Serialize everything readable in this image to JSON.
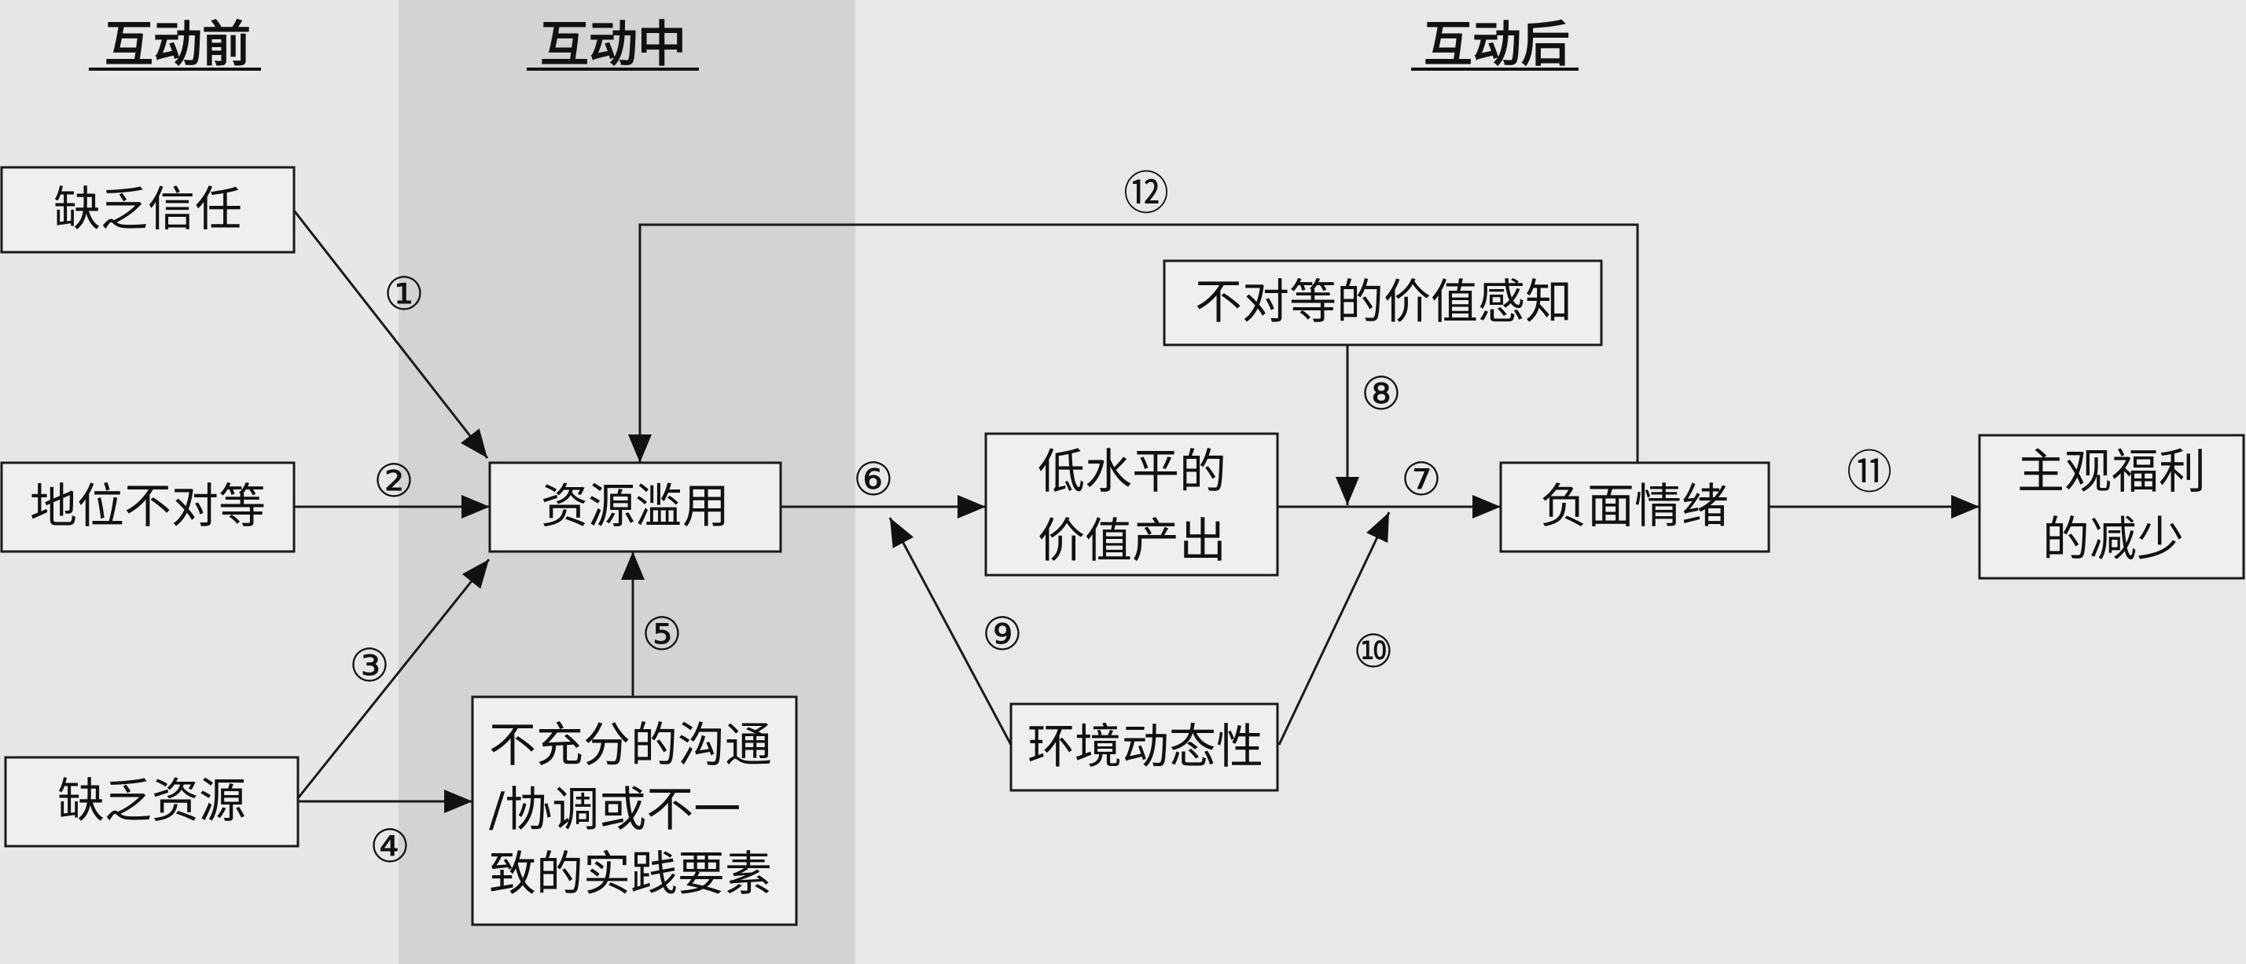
{
  "phases": {
    "before": "互动前",
    "during": "互动中",
    "after": "互动后"
  },
  "nodes": {
    "lack_of_trust": [
      "缺乏信任"
    ],
    "status_inequality": [
      "地位不对等"
    ],
    "lack_of_resources": [
      "缺乏资源"
    ],
    "resource_misuse": [
      "资源滥用"
    ],
    "inadequate_coordination": [
      "不充分的沟通",
      "/协调或不一",
      "致的实践要素"
    ],
    "low_value_output": [
      "低水平的",
      "价值产出"
    ],
    "unequal_value_perception": [
      "不对等的价值感知"
    ],
    "environmental_dynamics": [
      "环境动态性"
    ],
    "negative_emotion": [
      "负面情绪"
    ],
    "reduced_wellbeing": [
      "主观福利",
      "的减少"
    ]
  },
  "edge_labels": [
    "①",
    "②",
    "③",
    "④",
    "⑤",
    "⑥",
    "⑦",
    "⑧",
    "⑨",
    "⑩",
    "⑪",
    "⑫"
  ],
  "colors": {
    "phase_before_bg": "#e7e7e7",
    "phase_during_bg": "#d3d3d3",
    "phase_after_bg": "#e8e8e8",
    "box_fill": "#efefef"
  }
}
